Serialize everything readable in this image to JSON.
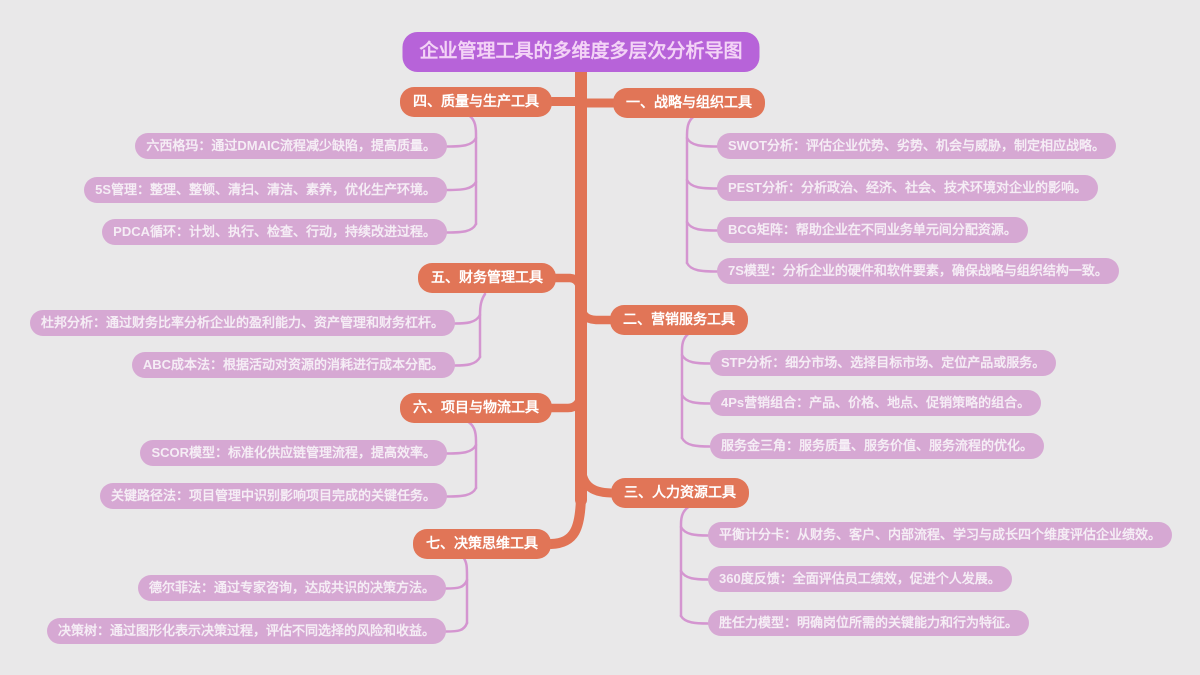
{
  "title": "企业管理工具的多维度多层次分析导图",
  "colors": {
    "background": "#e9e8e9",
    "title_bg": "#b763d9",
    "title_text": "#f3d3f6",
    "branch_bg": "#e17557",
    "branch_text": "#ffffff",
    "leaf_bg": "#d6a8d3",
    "leaf_text": "#f5edf5",
    "trunk_line": "#e17355",
    "leaf_line": "#d495d0"
  },
  "left_branches": [
    {
      "label": "四、质量与生产工具",
      "children": [
        "六西格玛：通过DMAIC流程减少缺陷，提高质量。",
        "5S管理：整理、整顿、清扫、清洁、素养，优化生产环境。",
        "PDCA循环：计划、执行、检查、行动，持续改进过程。"
      ]
    },
    {
      "label": "五、财务管理工具",
      "children": [
        "杜邦分析：通过财务比率分析企业的盈利能力、资产管理和财务杠杆。",
        "ABC成本法：根据活动对资源的消耗进行成本分配。"
      ]
    },
    {
      "label": "六、项目与物流工具",
      "children": [
        "SCOR模型：标准化供应链管理流程，提高效率。",
        "关键路径法：项目管理中识别影响项目完成的关键任务。"
      ]
    },
    {
      "label": "七、决策思维工具",
      "children": [
        "德尔菲法：通过专家咨询，达成共识的决策方法。",
        "决策树：通过图形化表示决策过程，评估不同选择的风险和收益。"
      ]
    }
  ],
  "right_branches": [
    {
      "label": "一、战略与组织工具",
      "children": [
        "SWOT分析：评估企业优势、劣势、机会与威胁，制定相应战略。",
        "PEST分析：分析政治、经济、社会、技术环境对企业的影响。",
        "BCG矩阵：帮助企业在不同业务单元间分配资源。",
        "7S模型：分析企业的硬件和软件要素，确保战略与组织结构一致。"
      ]
    },
    {
      "label": "二、营销服务工具",
      "children": [
        "STP分析：细分市场、选择目标市场、定位产品或服务。",
        "4Ps营销组合：产品、价格、地点、促销策略的组合。",
        "服务金三角：服务质量、服务价值、服务流程的优化。"
      ]
    },
    {
      "label": "三、人力资源工具",
      "children": [
        "平衡计分卡：从财务、客户、内部流程、学习与成长四个维度评估企业绩效。",
        "360度反馈：全面评估员工绩效，促进个人发展。",
        "胜任力模型：明确岗位所需的关键能力和行为特征。"
      ]
    }
  ]
}
